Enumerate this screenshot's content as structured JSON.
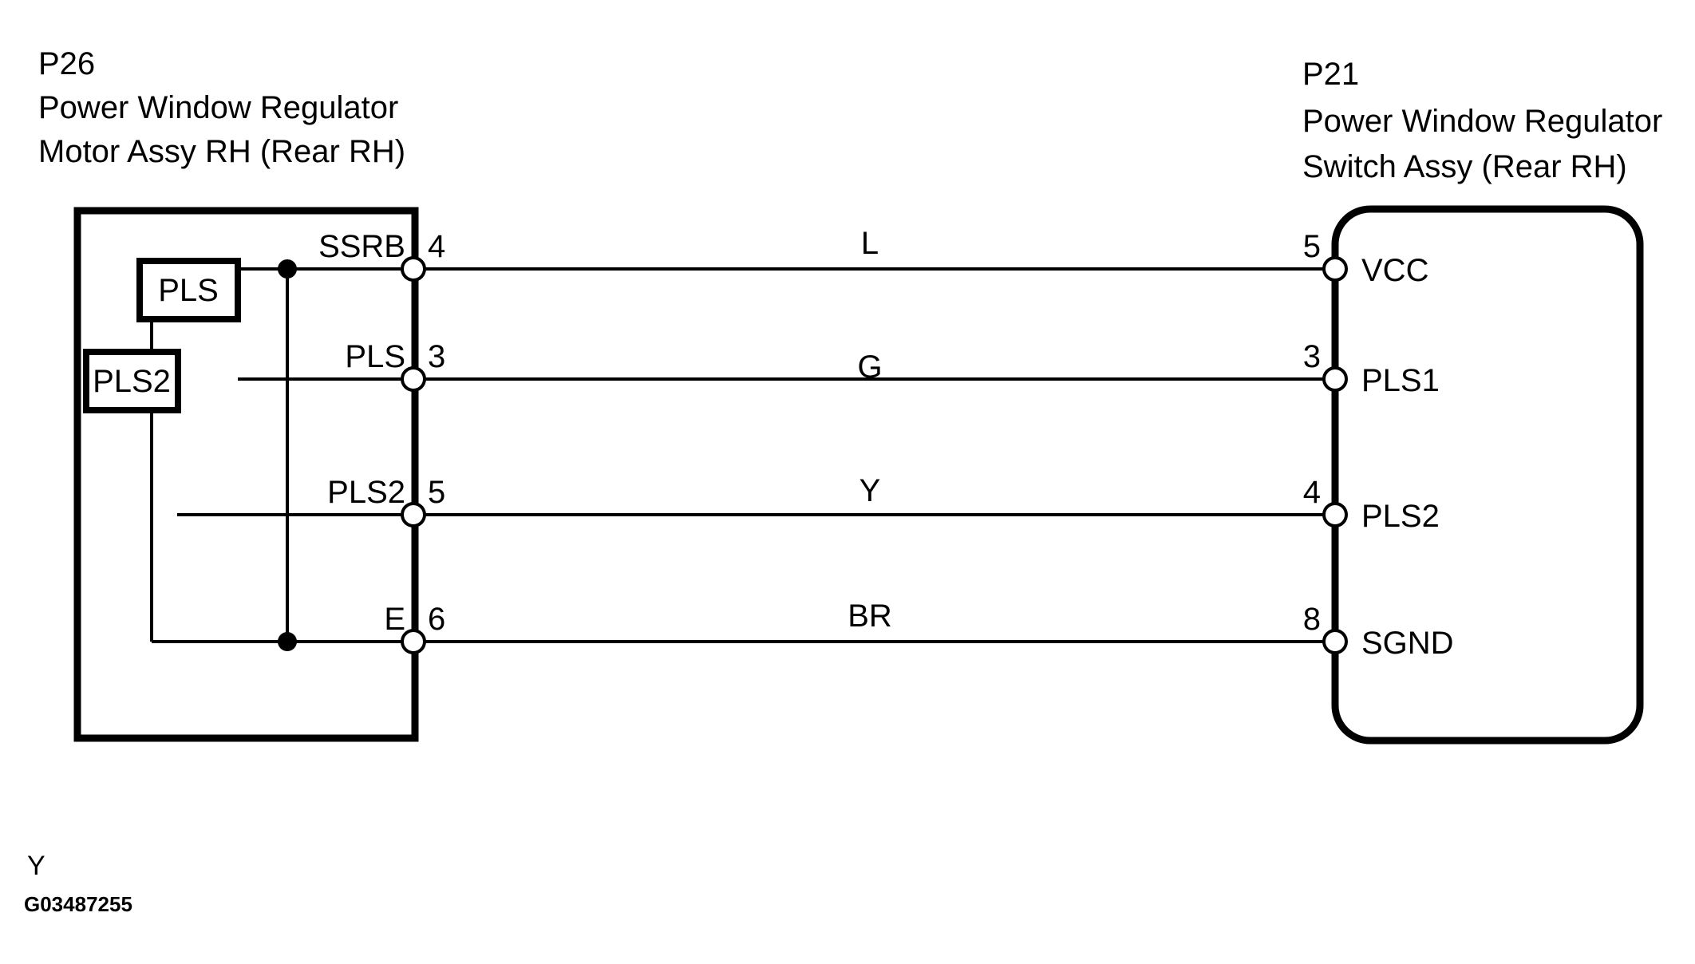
{
  "left_connector": {
    "code": "P26",
    "name_line1": "Power Window Regulator",
    "name_line2": "Motor Assy RH (Rear RH)",
    "inner_components": [
      {
        "label": "PLS"
      },
      {
        "label": "PLS2"
      }
    ],
    "terminals": [
      {
        "signal": "SSRB",
        "pin": "4"
      },
      {
        "signal": "PLS",
        "pin": "3"
      },
      {
        "signal": "PLS2",
        "pin": "5"
      },
      {
        "signal": "E",
        "pin": "6"
      }
    ]
  },
  "right_connector": {
    "code": "P21",
    "name_line1": "Power Window Regulator",
    "name_line2": "Switch Assy (Rear RH)",
    "terminals": [
      {
        "signal": "VCC",
        "pin": "5"
      },
      {
        "signal": "PLS1",
        "pin": "3"
      },
      {
        "signal": "PLS2",
        "pin": "4"
      },
      {
        "signal": "SGND",
        "pin": "8"
      }
    ]
  },
  "wires": [
    {
      "color_code": "L"
    },
    {
      "color_code": "G"
    },
    {
      "color_code": "Y"
    },
    {
      "color_code": "BR"
    }
  ],
  "footer": {
    "note": "Y",
    "figure_id": "G03487255"
  },
  "colors": {
    "ink": "#000000",
    "background": "#ffffff"
  }
}
